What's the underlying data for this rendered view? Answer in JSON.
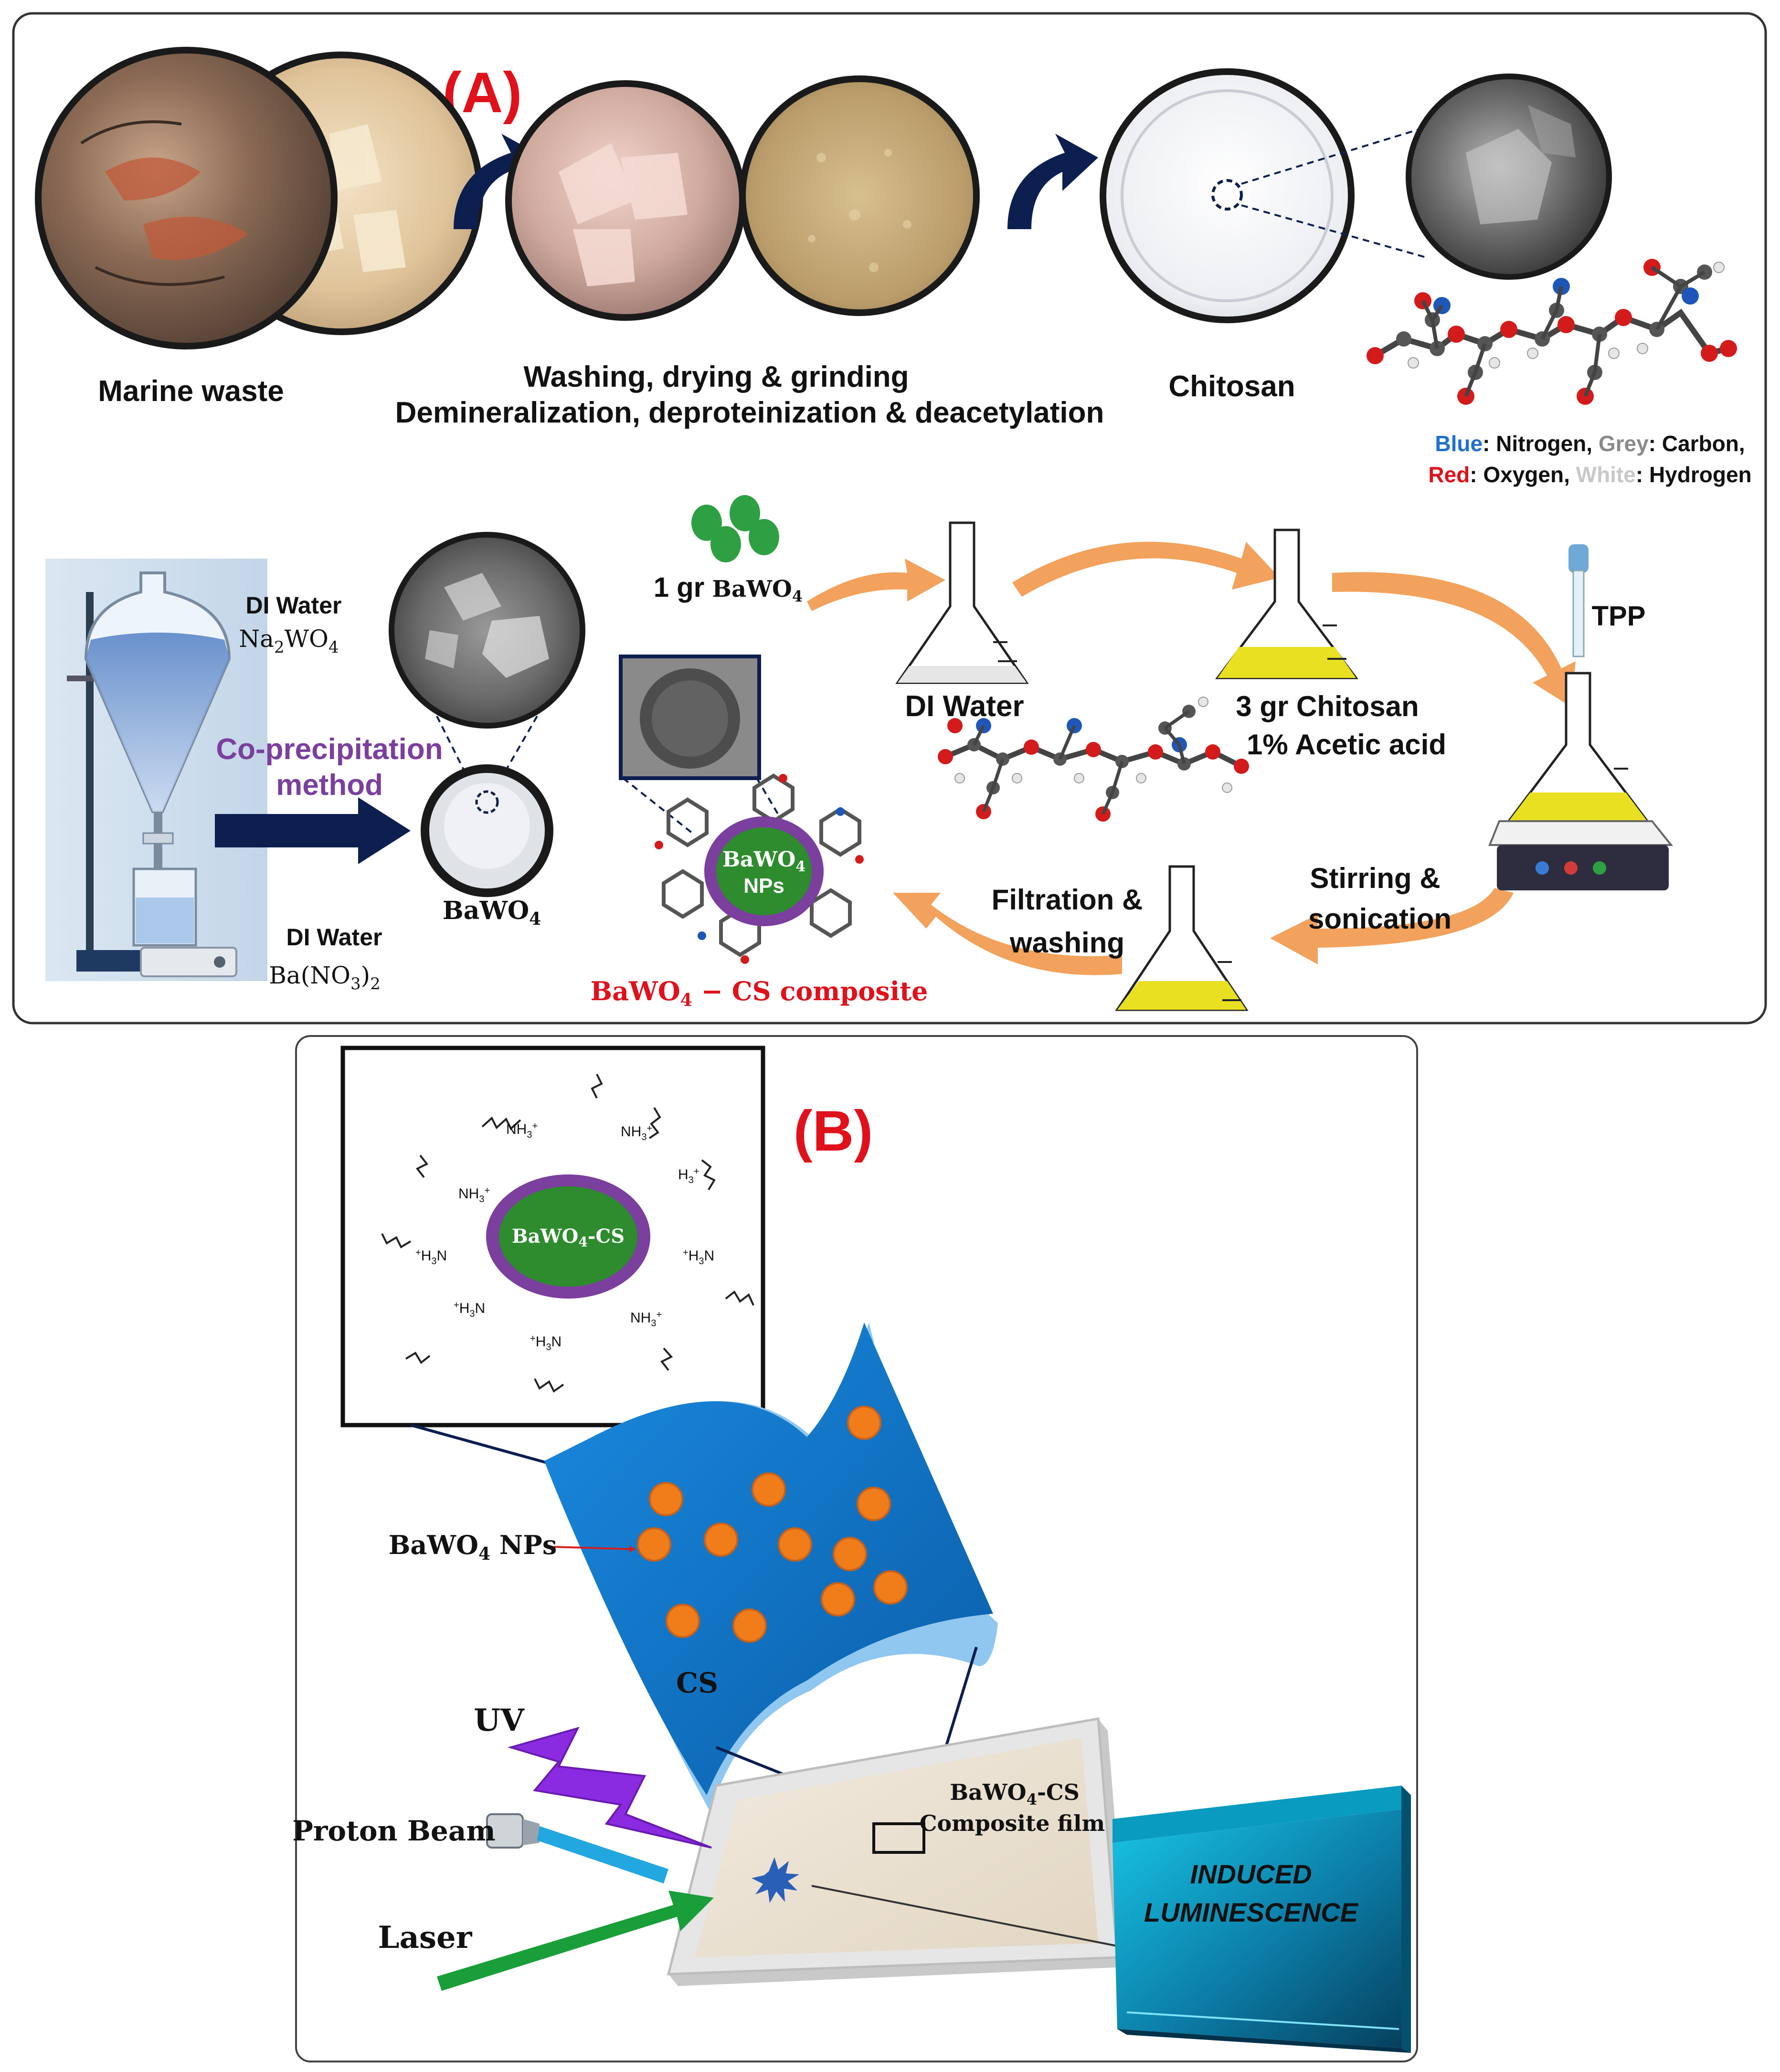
{
  "panel_a": {
    "label": "(A)",
    "marine_waste": "Marine waste",
    "process_line1": "Washing, drying & grinding",
    "process_line2": "Demineralization, deproteinization &  deacetylation",
    "chitosan": "Chitosan",
    "legend": {
      "blue": "Blue",
      "nitrogen": ": Nitrogen, ",
      "grey": "Grey",
      "carbon": ": Carbon,",
      "red": "Red",
      "oxygen": ": Oxygen, ",
      "white": "White",
      "hydrogen": ": Hydrogen"
    },
    "di_water_top": "DI Water",
    "na2wo4_pre": "Na",
    "na2wo4_s1": "2",
    "na2wo4_mid": "WO",
    "na2wo4_s2": "4",
    "co_precip_1": "Co-precipitation",
    "co_precip_2": "method",
    "bawo4_label_pre": "BaWO",
    "bawo4_label_sub": "4",
    "di_water_bottom": "DI Water",
    "bano3_pre": "Ba(NO",
    "bano3_s1": "3",
    "bano3_post": ")",
    "bano3_s2": "2",
    "one_gr_pre": "1 gr ",
    "one_gr_chem": "BaWO",
    "one_gr_sub": "4",
    "di_water_flask": "DI Water",
    "three_gr": "3 gr Chitosan",
    "acetic": "1% Acetic acid",
    "tpp": "TPP",
    "np_core_1": "BaWO",
    "np_core_sub": "4",
    "np_core_2": "NPs",
    "composite_pre": "BaWO",
    "composite_sub": "4",
    "composite_post": " − CS composite",
    "stirring_1": "Stirring &",
    "stirring_2": "sonication",
    "filtration_1": "Filtration &",
    "filtration_2": "washing"
  },
  "panel_b": {
    "label": "(B)",
    "core_pre": "BaWO",
    "core_sub": "4",
    "core_post": "-CS",
    "nh3": "NH",
    "h3n": "H",
    "nps_pre": "BaWO",
    "nps_sub": "4",
    "nps_post": " NPs",
    "cs": "CS",
    "uv": "UV",
    "proton": "Proton Beam",
    "laser": "Laser",
    "film_1_pre": "BaWO",
    "film_1_sub": "4",
    "film_1_post": "-CS",
    "film_2": "Composite film",
    "lum_1": "INDUCED",
    "lum_2": "LUMINESCENCE"
  },
  "colors": {
    "arrow_navy": "#0d1f4f",
    "label_red": "#e0111b",
    "orange_arrow": "#f2a25c",
    "np_green": "#2e8b2e",
    "np_purple": "#7b3f9e",
    "sheet_blue": "#0a6fc4",
    "particle_orange": "#f07d1a",
    "uv_purple": "#8a2be2",
    "laser_green": "#1a9e3a",
    "proton_blue": "#22a7e0",
    "glass_teal": "#0f8fb0"
  }
}
